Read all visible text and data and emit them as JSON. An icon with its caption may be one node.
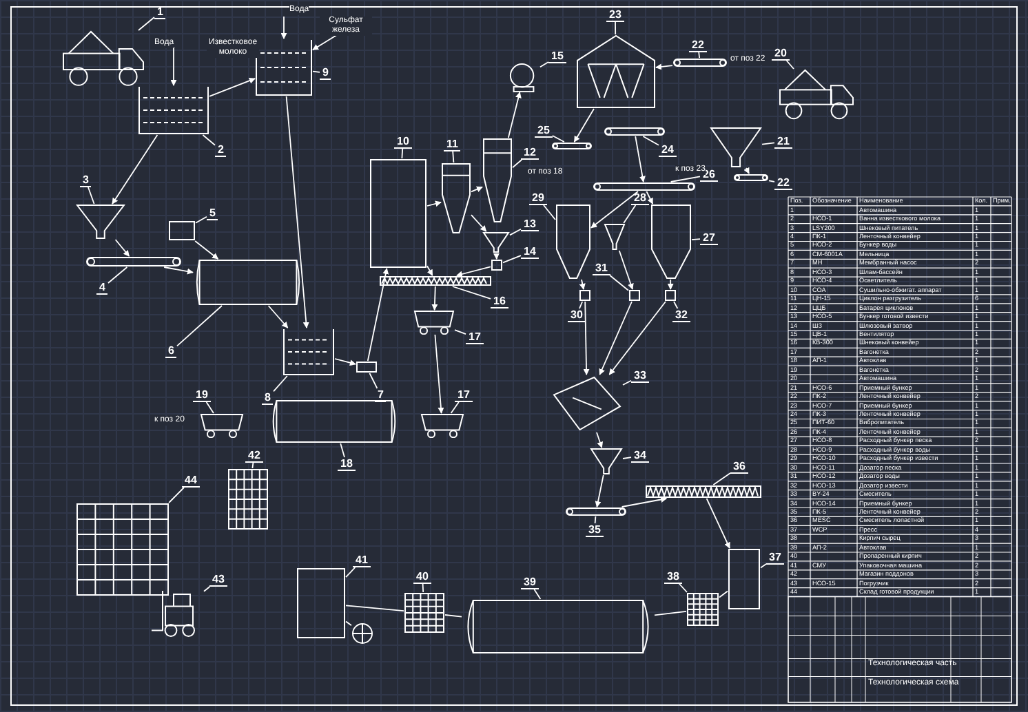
{
  "diagram": {
    "nodes": [
      {
        "text": [],
        "shape": "truck"
      },
      {
        "text": [],
        "shape": "tank"
      },
      {
        "text": [],
        "shape": "hopper"
      },
      {
        "text": [],
        "shape": "conveyor"
      },
      {
        "text": [],
        "shape": "box"
      },
      {
        "text": [],
        "shape": "drum"
      },
      {
        "text": [],
        "shape": "tank"
      },
      {
        "text": [],
        "shape": "box"
      },
      {
        "text": [],
        "shape": "tank"
      },
      {
        "text": [],
        "shape": "box"
      },
      {
        "text": [],
        "shape": "cyclone"
      },
      {
        "text": [],
        "shape": "cyclone"
      },
      {
        "text": [],
        "shape": "hopper"
      },
      {
        "text": [],
        "shape": "box"
      },
      {
        "text": [],
        "shape": "fan"
      },
      {
        "text": [],
        "shape": "screw"
      },
      {
        "text": [],
        "shape": "cart"
      },
      {
        "text": [],
        "shape": "cart"
      },
      {
        "text": [],
        "shape": "drum"
      },
      {
        "text": [],
        "shape": "cart"
      },
      {
        "text": [],
        "shape": "building"
      },
      {
        "text": [],
        "shape": "conveyor"
      },
      {
        "text": [],
        "shape": "truck"
      },
      {
        "text": [],
        "shape": "hopper"
      },
      {
        "text": [],
        "shape": "conveyor"
      },
      {
        "text": [],
        "shape": "conveyor"
      },
      {
        "text": [],
        "shape": "conveyor"
      },
      {
        "text": [],
        "shape": "conveyor"
      },
      {
        "text": [],
        "shape": "silo"
      },
      {
        "text": [],
        "shape": "hopper"
      },
      {
        "text": [],
        "shape": "silo"
      },
      {
        "text": [],
        "shape": "box"
      },
      {
        "text": [],
        "shape": "box"
      },
      {
        "text": [],
        "shape": "box"
      },
      {
        "text": [],
        "shape": "mixer"
      },
      {
        "text": [],
        "shape": "hopper"
      },
      {
        "text": [],
        "shape": "conveyor"
      },
      {
        "text": [],
        "shape": "screw"
      },
      {
        "text": [],
        "shape": "box"
      },
      {
        "text": [],
        "shape": "stack"
      },
      {
        "text": [],
        "shape": "drum"
      },
      {
        "text": [],
        "shape": "stack"
      },
      {
        "text": [],
        "shape": "box"
      },
      {
        "text": [],
        "shape": "circle"
      },
      {
        "text": [],
        "shape": "stack"
      },
      {
        "text": [],
        "shape": "forklift"
      },
      {
        "text": [],
        "shape": "stack"
      },
      {
        "text": [
          "1"
        ]
      },
      {
        "text": [
          "2"
        ]
      },
      {
        "text": [
          "3"
        ]
      },
      {
        "text": [
          "4"
        ]
      },
      {
        "text": [
          "5"
        ]
      },
      {
        "text": [
          "6"
        ]
      },
      {
        "text": [
          "7"
        ]
      },
      {
        "text": [
          "8"
        ]
      },
      {
        "text": [
          "9"
        ]
      },
      {
        "text": [
          "10"
        ]
      },
      {
        "text": [
          "11"
        ]
      },
      {
        "text": [
          "12"
        ]
      },
      {
        "text": [
          "13"
        ]
      },
      {
        "text": [
          "14"
        ]
      },
      {
        "text": [
          "15"
        ]
      },
      {
        "text": [
          "16"
        ]
      },
      {
        "text": [
          "17"
        ]
      },
      {
        "text": [
          "19"
        ]
      },
      {
        "text": [
          "18"
        ]
      },
      {
        "text": [
          "17"
        ]
      },
      {
        "text": [
          "23"
        ]
      },
      {
        "text": [
          "22"
        ]
      },
      {
        "text": [
          "20"
        ]
      },
      {
        "text": [
          "21"
        ]
      },
      {
        "text": [
          "22"
        ]
      },
      {
        "text": [
          "25"
        ]
      },
      {
        "text": [
          "24"
        ]
      },
      {
        "text": [
          "26"
        ]
      },
      {
        "text": [
          "29"
        ]
      },
      {
        "text": [
          "28"
        ]
      },
      {
        "text": [
          "27"
        ]
      },
      {
        "text": [
          "30"
        ]
      },
      {
        "text": [
          "31"
        ]
      },
      {
        "text": [
          "32"
        ]
      },
      {
        "text": [
          "33"
        ]
      },
      {
        "text": [
          "34"
        ]
      },
      {
        "text": [
          "35"
        ]
      },
      {
        "text": [
          "36"
        ]
      },
      {
        "text": [
          "37"
        ]
      },
      {
        "text": [
          "38"
        ]
      },
      {
        "text": [
          "39"
        ]
      },
      {
        "text": [
          "40"
        ]
      },
      {
        "text": [
          "41"
        ]
      },
      {
        "text": [
          "42"
        ]
      },
      {
        "text": [
          "43"
        ]
      },
      {
        "text": [
          "44"
        ]
      }
    ],
    "edges": [
      {
        "from": null,
        "to": 1,
        "arrow": "to",
        "label": "Вода"
      },
      {
        "from": 1,
        "to": 8,
        "arrow": "to",
        "label": "Известковое молоко"
      },
      {
        "from": null,
        "to": 8,
        "arrow": "to",
        "label": "Вода"
      },
      {
        "from": null,
        "to": 8,
        "arrow": "to",
        "label": "Сульфат железа"
      },
      {
        "from": 1,
        "to": 2,
        "arrow": "to"
      },
      {
        "from": 2,
        "to": 3,
        "arrow": "to"
      },
      {
        "from": 3,
        "to": 5,
        "arrow": "to"
      },
      {
        "from": 4,
        "to": 5,
        "arrow": "to"
      },
      {
        "from": 5,
        "to": 6,
        "arrow": "to"
      },
      {
        "from": 8,
        "to": 6,
        "arrow": "to"
      },
      {
        "from": 6,
        "to": 7,
        "arrow": "to"
      },
      {
        "from": 7,
        "to": 9,
        "arrow": "to"
      },
      {
        "from": 9,
        "to": 10,
        "arrow": "to"
      },
      {
        "from": 10,
        "to": 11,
        "arrow": "to"
      },
      {
        "from": 11,
        "to": 14,
        "arrow": "to"
      },
      {
        "from": 10,
        "to": 12,
        "arrow": "to"
      },
      {
        "from": 12,
        "to": 13,
        "arrow": "to"
      },
      {
        "from": 13,
        "to": 15,
        "arrow": "to"
      },
      {
        "from": 9,
        "to": 15,
        "arrow": "to"
      },
      {
        "from": 15,
        "to": 16,
        "arrow": "to"
      },
      {
        "from": 16,
        "to": 19,
        "arrow": "to"
      },
      {
        "from": 21,
        "to": 20,
        "arrow": "to"
      },
      {
        "from": 23,
        "to": 24,
        "arrow": "to"
      },
      {
        "from": 20,
        "to": 25,
        "arrow": "to"
      },
      {
        "from": 26,
        "to": 27,
        "arrow": "to"
      },
      {
        "from": 27,
        "to": 28,
        "arrow": "to"
      },
      {
        "from": 27,
        "to": 30,
        "arrow": "to"
      },
      {
        "from": 28,
        "to": 31,
        "arrow": "to"
      },
      {
        "from": 29,
        "to": 32,
        "arrow": "to"
      },
      {
        "from": 30,
        "to": 33,
        "arrow": "to"
      },
      {
        "from": 31,
        "to": 34,
        "arrow": "to"
      },
      {
        "from": 32,
        "to": 34,
        "arrow": "to"
      },
      {
        "from": 33,
        "to": 34,
        "arrow": "to"
      },
      {
        "from": 34,
        "to": 35,
        "arrow": "to"
      },
      {
        "from": 35,
        "to": 36,
        "arrow": "to"
      },
      {
        "from": 36,
        "to": 37,
        "arrow": "to"
      },
      {
        "from": 37,
        "to": 38,
        "arrow": "to"
      },
      {
        "from": 38,
        "to": 39,
        "arrow": "none"
      },
      {
        "from": 39,
        "to": 40,
        "arrow": "none"
      },
      {
        "from": 40,
        "to": 41,
        "arrow": "none"
      },
      {
        "from": 41,
        "to": 42,
        "arrow": "none"
      },
      {
        "from": 42,
        "to": 43,
        "arrow": "none"
      },
      {
        "from": 47,
        "to": 0,
        "arrow": "none"
      },
      {
        "from": 48,
        "to": 1,
        "arrow": "none"
      },
      {
        "from": 49,
        "to": 2,
        "arrow": "none"
      },
      {
        "from": 50,
        "to": 3,
        "arrow": "none"
      },
      {
        "from": 51,
        "to": 4,
        "arrow": "none"
      },
      {
        "from": 52,
        "to": 5,
        "arrow": "none"
      },
      {
        "from": 53,
        "to": 7,
        "arrow": "none"
      },
      {
        "from": 54,
        "to": 6,
        "arrow": "none"
      },
      {
        "from": 55,
        "to": 8,
        "arrow": "none"
      },
      {
        "from": 56,
        "to": 9,
        "arrow": "none"
      },
      {
        "from": 57,
        "to": 10,
        "arrow": "none"
      },
      {
        "from": 58,
        "to": 11,
        "arrow": "none"
      },
      {
        "from": 59,
        "to": 12,
        "arrow": "none"
      },
      {
        "from": 60,
        "to": 13,
        "arrow": "none"
      },
      {
        "from": 61,
        "to": 14,
        "arrow": "none"
      },
      {
        "from": 62,
        "to": 15,
        "arrow": "none"
      },
      {
        "from": 63,
        "to": 16,
        "arrow": "none"
      },
      {
        "from": 64,
        "to": 17,
        "arrow": "none"
      },
      {
        "from": 65,
        "to": 18,
        "arrow": "none"
      },
      {
        "from": 66,
        "to": 19,
        "arrow": "none"
      },
      {
        "from": 67,
        "to": 20,
        "arrow": "none"
      },
      {
        "from": 68,
        "to": 21,
        "arrow": "none"
      },
      {
        "from": 69,
        "to": 22,
        "arrow": "none"
      },
      {
        "from": 70,
        "to": 23,
        "arrow": "none"
      },
      {
        "from": 71,
        "to": 24,
        "arrow": "none"
      },
      {
        "from": 72,
        "to": 25,
        "arrow": "none"
      },
      {
        "from": 73,
        "to": 26,
        "arrow": "none"
      },
      {
        "from": 74,
        "to": 27,
        "arrow": "none"
      },
      {
        "from": 75,
        "to": 28,
        "arrow": "none"
      },
      {
        "from": 76,
        "to": 29,
        "arrow": "none"
      },
      {
        "from": 77,
        "to": 30,
        "arrow": "none"
      },
      {
        "from": 78,
        "to": 31,
        "arrow": "none"
      },
      {
        "from": 79,
        "to": 32,
        "arrow": "none"
      },
      {
        "from": 80,
        "to": 33,
        "arrow": "none"
      },
      {
        "from": 81,
        "to": 34,
        "arrow": "none"
      },
      {
        "from": 82,
        "to": 35,
        "arrow": "none"
      },
      {
        "from": 83,
        "to": 36,
        "arrow": "none"
      },
      {
        "from": 84,
        "to": 37,
        "arrow": "none"
      },
      {
        "from": 85,
        "to": 38,
        "arrow": "none"
      },
      {
        "from": 86,
        "to": 39,
        "arrow": "none"
      },
      {
        "from": 87,
        "to": 40,
        "arrow": "none"
      },
      {
        "from": 88,
        "to": 41,
        "arrow": "none"
      },
      {
        "from": 89,
        "to": 42,
        "arrow": "none"
      },
      {
        "from": 90,
        "to": 44,
        "arrow": "none"
      },
      {
        "from": 91,
        "to": 45,
        "arrow": "none"
      },
      {
        "from": 92,
        "to": 46,
        "arrow": "none"
      }
    ],
    "labels": [
      "от поз 22",
      "от поз 18",
      "к поз 23",
      "к поз 20",
      "Поз.",
      "Обозначение",
      "Наименование",
      "Кол.",
      "Прим.",
      "1",
      "Автомашина",
      "1",
      "2",
      "НСО-1",
      "Ванна известкового молока",
      "1",
      "3",
      "LSY200",
      "Шнековый питатель",
      "1",
      "4",
      "ПК-1",
      "Ленточный конвейер",
      "1",
      "5",
      "НСО-2",
      "Бункер воды",
      "1",
      "6",
      "СМ-6001А",
      "Мельница",
      "1",
      "7",
      "МН",
      "Мембранный насос",
      "2",
      "8",
      "НСО-3",
      "Шлам-бассейн",
      "1",
      "9",
      "НСО-4",
      "Осветлитель",
      "1",
      "10",
      "СОА",
      "Сушильно-обжигат. аппарат",
      "1",
      "11",
      "ЦН-15",
      "Циклон разгрузитель",
      "6",
      "12",
      "ЦЦБ",
      "Батарея циклонов",
      "1",
      "13",
      "НСО-5",
      "Бункер готовой извести",
      "1",
      "14",
      "ШЗ",
      "Шлюзовый затвор",
      "1",
      "15",
      "ЦВ-1",
      "Вентилятор",
      "1",
      "16",
      "КВ-300",
      "Шнековый конвейер",
      "1",
      "17",
      "Вагонетка",
      "2",
      "18",
      "АП-1",
      "Автоклав",
      "1",
      "19",
      "Вагонетка",
      "2",
      "20",
      "Автомашина",
      "1",
      "21",
      "НСО-6",
      "Приемный бункер",
      "1",
      "22",
      "ПК-2",
      "Ленточный конвейер",
      "2",
      "23",
      "НСО-7",
      "Приемный бункер",
      "1",
      "24",
      "ПК-3",
      "Ленточный конвейер",
      "1",
      "25",
      "ПИТ-60",
      "Вибропитатель",
      "1",
      "26",
      "ПК-4",
      "Ленточный конвейер",
      "1",
      "27",
      "НСО-8",
      "Расходный бункер песка",
      "2",
      "28",
      "НСО-9",
      "Расходный бункер воды",
      "1",
      "29",
      "НСО-10",
      "Расходный бункер извести",
      "1",
      "30",
      "НСО-11",
      "Дозатор песка",
      "1",
      "31",
      "НСО-12",
      "Дозатор воды",
      "1",
      "32",
      "НСО-13",
      "Дозатор извести",
      "1",
      "33",
      "BY-24",
      "Смеситель",
      "1",
      "34",
      "НСО-14",
      "Приемный бункер",
      "1",
      "35",
      "ПК-5",
      "Ленточный конвейер",
      "2",
      "36",
      "MESC",
      "Смеситель лопастной",
      "1",
      "37",
      "WCP",
      "Пресс",
      "4",
      "38",
      "Кирпич сырец",
      "3",
      "39",
      "АП-2",
      "Автоклав",
      "1",
      "40",
      "Пропаренный кирпич",
      "2",
      "41",
      "СМУ",
      "Упаковочная машина",
      "2",
      "42",
      "Магазин поддонов",
      "3",
      "43",
      "НСО-15",
      "Погрузчик",
      "2",
      "44",
      "Склад готовой продукции",
      "1",
      "Технологическая часть",
      "Технологическая схема"
    ]
  }
}
